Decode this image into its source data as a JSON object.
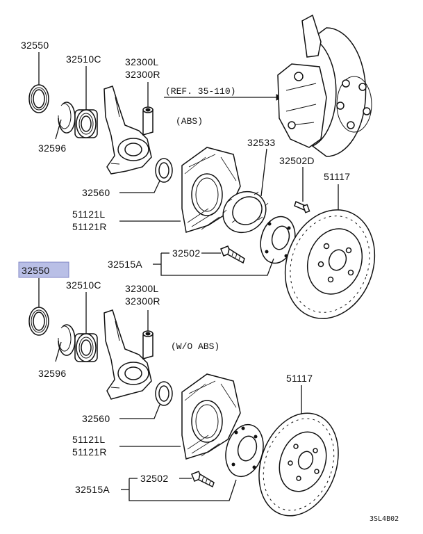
{
  "labels": {
    "top_oil_seal": "32550",
    "top_bearing": "32510C",
    "top_knuckle_l": "32300L",
    "top_knuckle_r": "32300R",
    "ref": "(REF. 35-110)",
    "abs": "(ABS)",
    "top_snap_ring": "32596",
    "top_seal_2": "32560",
    "top_shield_l": "51121L",
    "top_shield_r": "51121R",
    "top_rotor_ring": "32533",
    "top_stud_d": "32502D",
    "top_disc": "51117",
    "top_stud": "32502",
    "top_hub": "32515A",
    "bot_oil_seal": "32550",
    "bot_bearing": "32510C",
    "bot_knuckle_l": "32300L",
    "bot_knuckle_r": "32300R",
    "wo_abs": "(W/O ABS)",
    "bot_snap_ring": "32596",
    "bot_seal_2": "32560",
    "bot_shield_l": "51121L",
    "bot_shield_r": "51121R",
    "bot_disc": "51117",
    "bot_stud": "32502",
    "bot_hub": "32515A",
    "drawing_code": "3SL4B02"
  },
  "colors": {
    "highlight": "#b9bfe6",
    "line": "#111111"
  }
}
